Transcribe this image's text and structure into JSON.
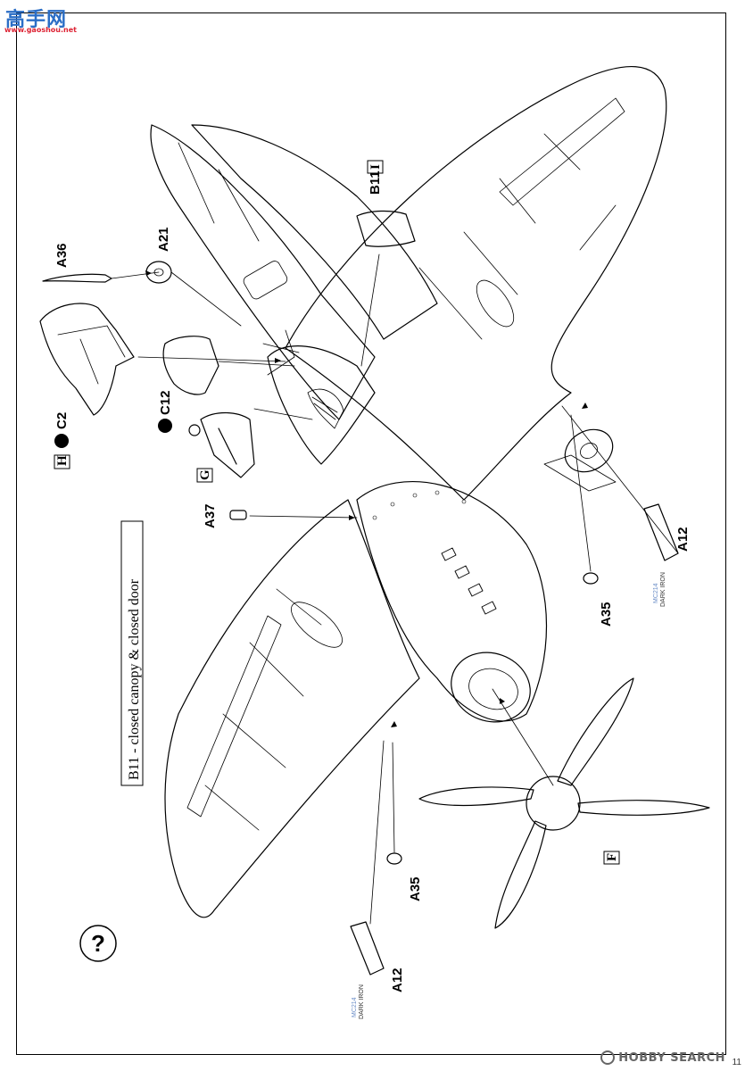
{
  "watermark": {
    "site_cn": "高手网",
    "site_url": "www.gaoshou.net",
    "publisher": "HOBBY SEARCH"
  },
  "page_number": "11",
  "step_marker": "?",
  "option_note": "B11 - closed canopy & closed door",
  "parts": {
    "b11_i": "B11",
    "i_box": "I",
    "a36": "A36",
    "a21": "A21",
    "h_box": "H",
    "c2": "C2",
    "c12": "C12",
    "g_box": "G",
    "a37": "A37",
    "a12_right": "A12",
    "a35_right": "A35",
    "a35_left": "A35",
    "a12_left": "A12",
    "f_box": "F"
  },
  "paint_callouts": {
    "right_code": "MC214",
    "right_name": "DARK IRON",
    "left_code": "MC214",
    "left_name": "DARK IRON"
  },
  "colors": {
    "line": "#000000",
    "logo_blue": "#2b6ec6",
    "logo_red": "#dd2233",
    "paint_blue": "#6a8dc7"
  }
}
